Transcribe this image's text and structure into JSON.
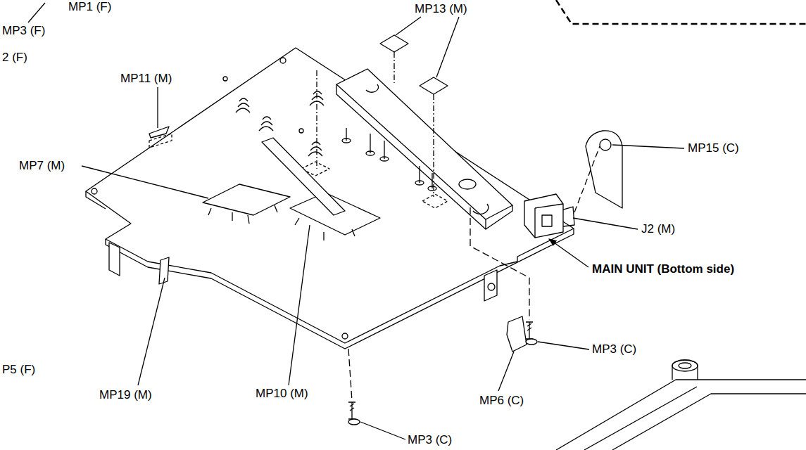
{
  "diagram": {
    "labels": [
      "MP1 (F)",
      "MP3 (F)",
      "2 (F)",
      "MP13 (M)",
      "MP11 (M)",
      "MP7 (M)",
      "MP15 (C)",
      "J2 (M)",
      "MAIN UNIT (Bottom side)",
      "P5 (F)",
      "MP19 (M)",
      "MP10 (M)",
      "MP3 (C)",
      "MP6 (C)",
      "MP3 (C)"
    ]
  }
}
